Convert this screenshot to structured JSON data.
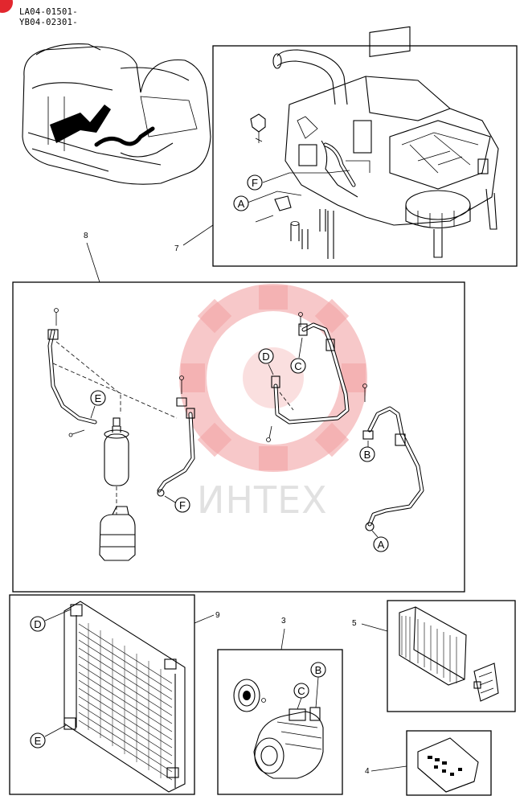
{
  "header": {
    "code_line_1": "LA04-01501-",
    "code_line_2": "YB04-02301-"
  },
  "watermark": {
    "text": "ИНТЕХ",
    "color": "#e8585c"
  },
  "colors": {
    "corner_accent": "#e2272e"
  },
  "parts": {
    "evaporator_unit": "7",
    "piping_group": "8",
    "condenser": "9",
    "compressor": "3",
    "air_filter": "5",
    "control_panel": "4"
  },
  "callouts": {
    "heater_F": "F",
    "heater_A": "A",
    "pipe_E": "E",
    "pipe_D": "D",
    "pipe_C": "C",
    "pipe_F": "F",
    "pipe_B": "B",
    "pipe_A": "A",
    "condenser_D": "D",
    "condenser_E": "E",
    "compressor_B": "B",
    "compressor_C": "C"
  }
}
